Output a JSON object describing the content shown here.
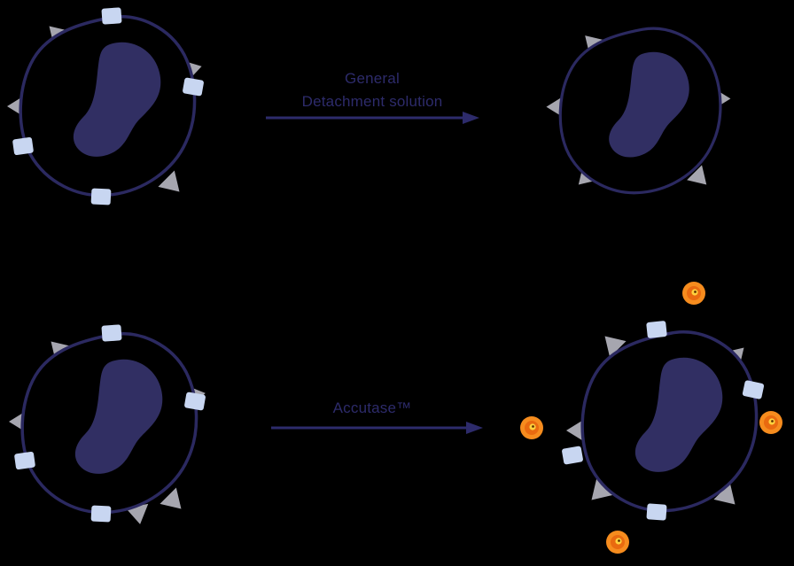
{
  "diagram": {
    "type": "cell-detachment-comparison",
    "rows": [
      {
        "id": "general",
        "label_lines": [
          "General",
          "Detachment solution"
        ]
      },
      {
        "id": "accutase",
        "label_lines": [
          "Accutase™"
        ]
      }
    ]
  },
  "labels": {
    "general_line1": "General",
    "general_line2": "Detachment solution",
    "accutase": "Accutase™"
  },
  "icons": {
    "cell": "cell-membrane-with-nucleus",
    "receptor": "light-blue-square-receptor",
    "spike": "gray-triangle-spike",
    "enzyme": "orange-enzyme-dot",
    "arrow": "right-arrow"
  },
  "colors": {
    "background": "#000000",
    "accent": "#2d2b6b",
    "outline": "#2b2960",
    "nucleus": "#312f63",
    "receptor": "#c8d6f1",
    "spike": "#a6a6af",
    "enzyme_outer": "#f68c1e",
    "enzyme_inner": "#e96a10",
    "enzyme_center": "#ffd23f",
    "enzyme_dot": "#5f3300"
  }
}
